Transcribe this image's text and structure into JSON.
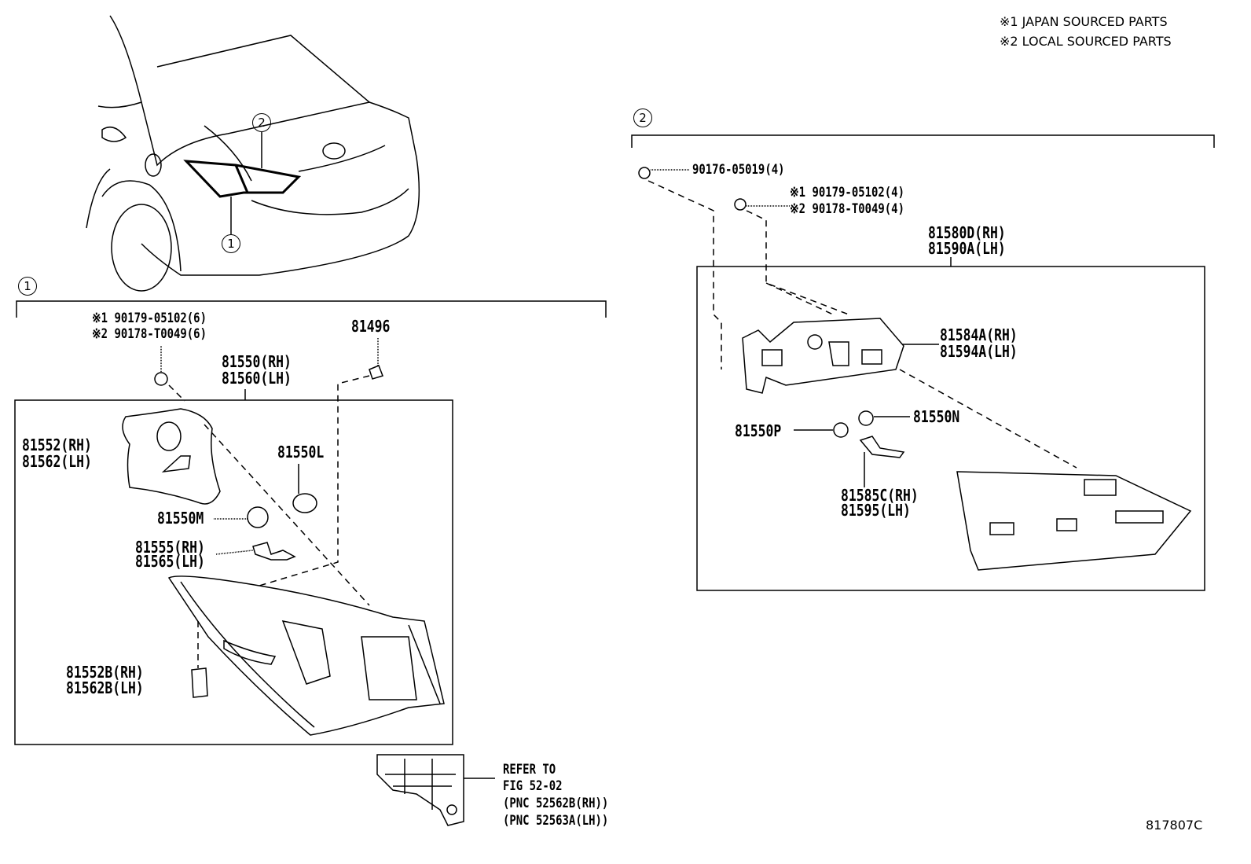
{
  "legend": [
    "※1 JAPAN SOURCED PARTS",
    "※2 LOCAL SOURCED PARTS"
  ],
  "callouts": {
    "one": "1",
    "two": "2"
  },
  "left_group": {
    "bolt": [
      "※1 90179-05102(6)",
      "※2 90178-T0049(6)"
    ],
    "clip": "81496",
    "assembly": [
      "81550(RH)",
      "81560(LH)"
    ],
    "gasket": [
      "81552(RH)",
      "81562(LH)"
    ],
    "bulb": "81550L",
    "socket": "81550M",
    "wire": [
      "81555(RH)",
      "81565(LH)"
    ],
    "pad": [
      "81552B(RH)",
      "81562B(LH)"
    ]
  },
  "right_group": {
    "nut": "90176-05019(4)",
    "bolt": [
      "※1 90179-05102(4)",
      "※2 90178-T0049(4)"
    ],
    "assembly": [
      "81580D(RH)",
      "81590A(LH)"
    ],
    "gasket": [
      "81584A(RH)",
      "81594A(LH)"
    ],
    "socket": "81550P",
    "bulb": "81550N",
    "wire": [
      "81585C(RH)",
      "81595(LH)"
    ]
  },
  "reference": [
    "REFER TO",
    "FIG 52-02",
    "(PNC 52562B(RH))",
    "(PNC 52563A(LH))"
  ],
  "diagram_id": "817807C"
}
